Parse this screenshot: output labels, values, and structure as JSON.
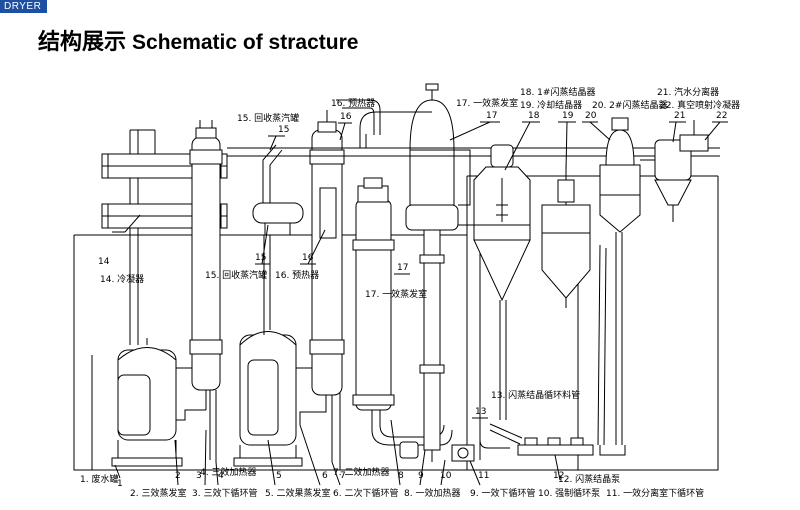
{
  "header": {
    "tag": "DRYER",
    "title_cn": "结构展示",
    "title_en": "Schematic of stracture"
  },
  "labels": {
    "l1": "1. 废水罐",
    "l2": "2. 三效蒸发室",
    "l3": "3. 三效下循环管",
    "l4": "4. 三效加热器",
    "l5": "5. 二效果蒸发室",
    "l6": "6. 二次下循环管",
    "l7": "7. 二效加热器",
    "l8": "8. 一效加热器",
    "l9": "9. 一效下循环管",
    "l10": "10. 强制循环泵",
    "l11": "11. 一效分离室下循环管",
    "l12": "12. 闪蒸结晶泵",
    "l13": "13. 闪蒸结晶循环料管",
    "l14": "14. 冷凝器",
    "l15": "15. 回收蒸汽罐",
    "l16": "16. 预热器",
    "l17": "17. 一效蒸发室",
    "l18": "18. 1#闪蒸结晶器",
    "l19": "19. 冷却结晶器",
    "l20": "20. 2#闪蒸结晶器",
    "l21": "21. 汽水分离器",
    "l22": "22. 真空喷射冷凝器"
  },
  "numbers": {
    "n1": "1",
    "n2": "2",
    "n3": "3",
    "n4": "4",
    "n5": "5",
    "n6": "6",
    "n7": "7",
    "n8": "8",
    "n9": "9",
    "n10": "10",
    "n11": "11",
    "n12": "12",
    "n13": "13",
    "n14": "14",
    "n15": "15",
    "n16": "16",
    "n17": "17",
    "n18": "18",
    "n19": "19",
    "n20": "20",
    "n21": "21",
    "n22": "22"
  },
  "colors": {
    "tag_bg": "#1f4fa3",
    "line": "#000000"
  }
}
